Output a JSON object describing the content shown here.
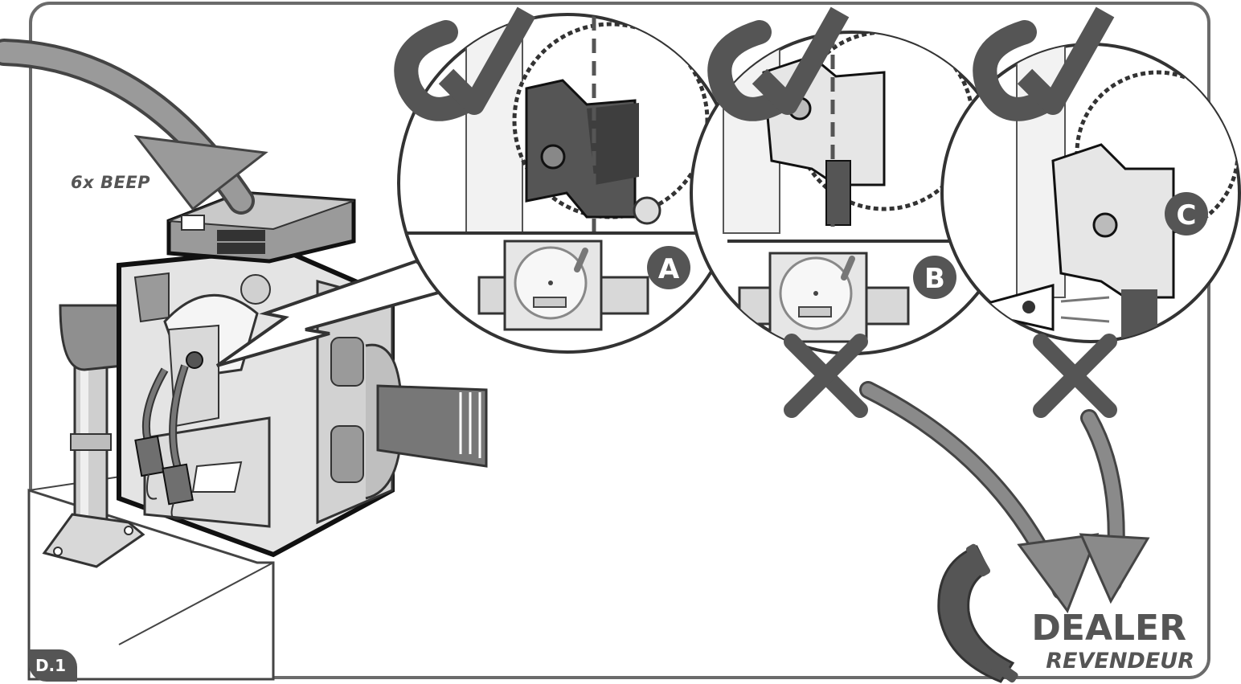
{
  "panel_label": "D.1",
  "beep_text": "6x BEEP",
  "callouts": [
    {
      "letter": "A"
    },
    {
      "letter": "B"
    },
    {
      "letter": "C"
    }
  ],
  "dealer_text": "DEALER",
  "revendeur_text": "REVENDEUR",
  "icons": [
    "check-icon",
    "cross-icon",
    "phone-icon",
    "eye-icon",
    "level-gauge-icon",
    "arrow-icon"
  ],
  "colors": {
    "outline": "#333333",
    "frame": "#6b6b6b",
    "accent_gray": "#555555",
    "arrow_gray": "#8a8a8a",
    "part_dark": "#4a4a4a"
  }
}
